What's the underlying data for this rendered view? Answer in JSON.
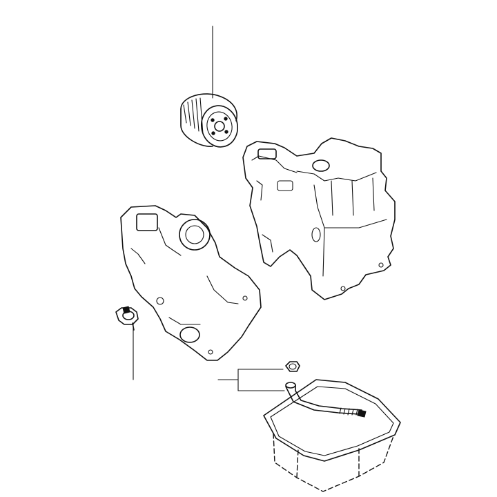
{
  "diagram": {
    "parts": [
      {
        "id": "oil-filter",
        "icon": "oil-filter-icon"
      },
      {
        "id": "cylinder-block",
        "icon": "engine-block-icon"
      },
      {
        "id": "timing-gear-case",
        "icon": "gear-case-icon"
      },
      {
        "id": "oil-pressure-switch",
        "icon": "pressure-switch-icon"
      },
      {
        "id": "drain-plug-nut",
        "icon": "nut-icon"
      },
      {
        "id": "dipstick-guide-tube",
        "icon": "tube-icon"
      },
      {
        "id": "oil-pan",
        "icon": "oil-pan-icon"
      }
    ],
    "colors": {
      "line": "#111111",
      "background": "#ffffff"
    }
  }
}
